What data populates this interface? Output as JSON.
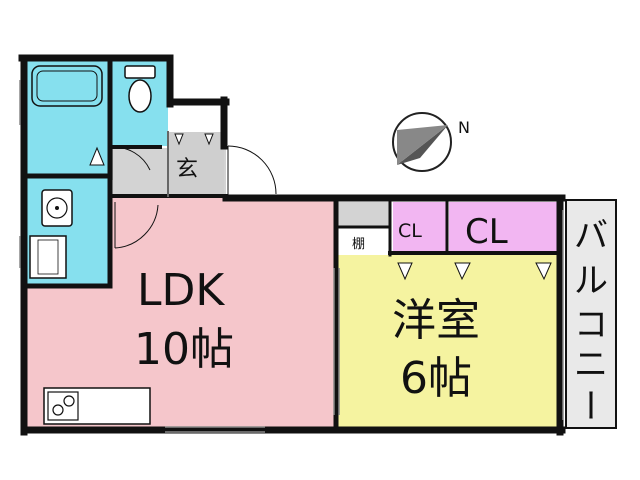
{
  "rooms": {
    "ldk": {
      "name": "LDK",
      "size": "10帖"
    },
    "western": {
      "name": "洋室",
      "size": "6帖"
    },
    "closet_small": "CL",
    "closet_large": "CL",
    "shelf": "棚",
    "entrance": "玄",
    "balcony": [
      "バ",
      "ル",
      "コ",
      "ニ",
      "ー"
    ]
  },
  "compass": {
    "label": "N"
  },
  "colors": {
    "wet_area": "#86e0ee",
    "ldk": "#f5c6cb",
    "western": "#f5f3a0",
    "closet": "#f2b6f2",
    "entrance": "#d3d3d3",
    "balcony": "#e9e9e9",
    "wall": "#111111"
  }
}
